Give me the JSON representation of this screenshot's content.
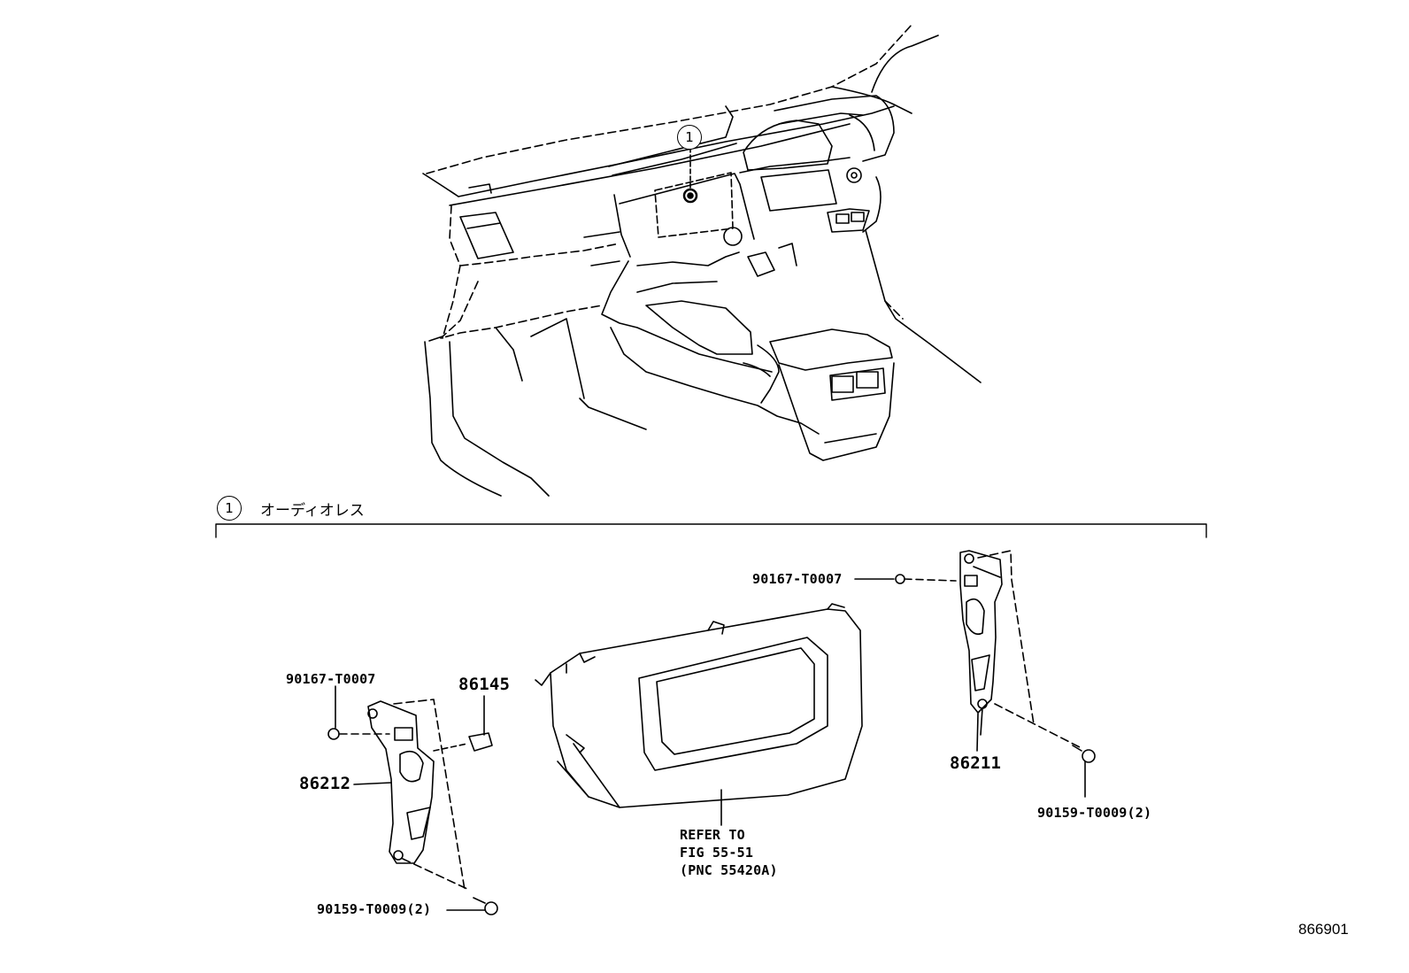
{
  "callout": {
    "number": "1"
  },
  "section": {
    "number": "1",
    "title": "オーディオレス"
  },
  "parts": {
    "p90167_right": "90167-T0007",
    "p90167_left": "90167-T0007",
    "p86145": "86145",
    "p86212": "86212",
    "p86211": "86211",
    "p90159_right": "90159-T0009(2)",
    "p90159_left": "90159-T0009(2)"
  },
  "reference_note": "REFER TO\nFIG 55-51\n(PNC 55420A)",
  "figure_id": "866901",
  "icons": {
    "callout": "numbered-callout-icon",
    "screw": "screw-icon",
    "clip": "clip-icon"
  }
}
